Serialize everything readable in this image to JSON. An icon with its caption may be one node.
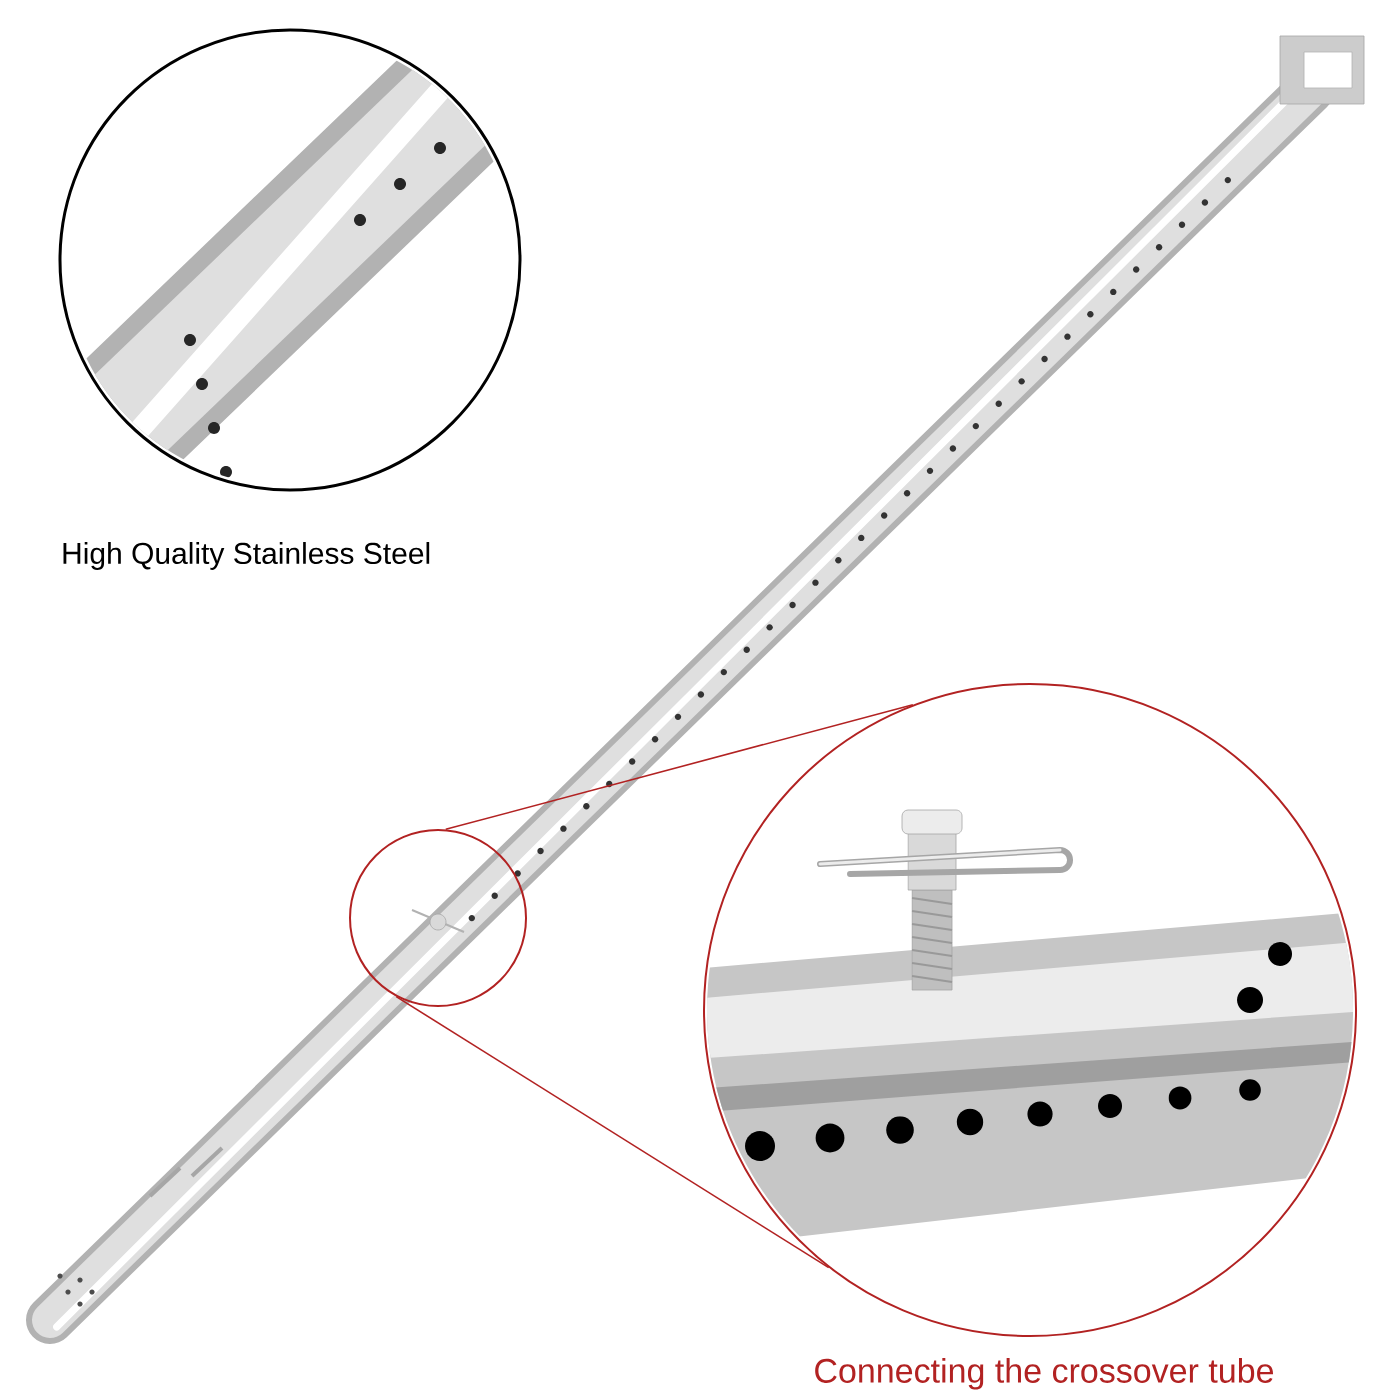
{
  "diagram": {
    "nodes": [
      {
        "text": [],
        "shape": "circle"
      },
      {
        "text": [],
        "shape": "picture",
        "beside": [
          "Connecting the crossover tube"
        ]
      }
    ],
    "edges": [
      {
        "from": 0,
        "to": 1,
        "arrow": "none"
      },
      {
        "from": 0,
        "to": 1,
        "arrow": "none"
      }
    ],
    "labels": [
      "High Quality Stainless Steel"
    ]
  }
}
